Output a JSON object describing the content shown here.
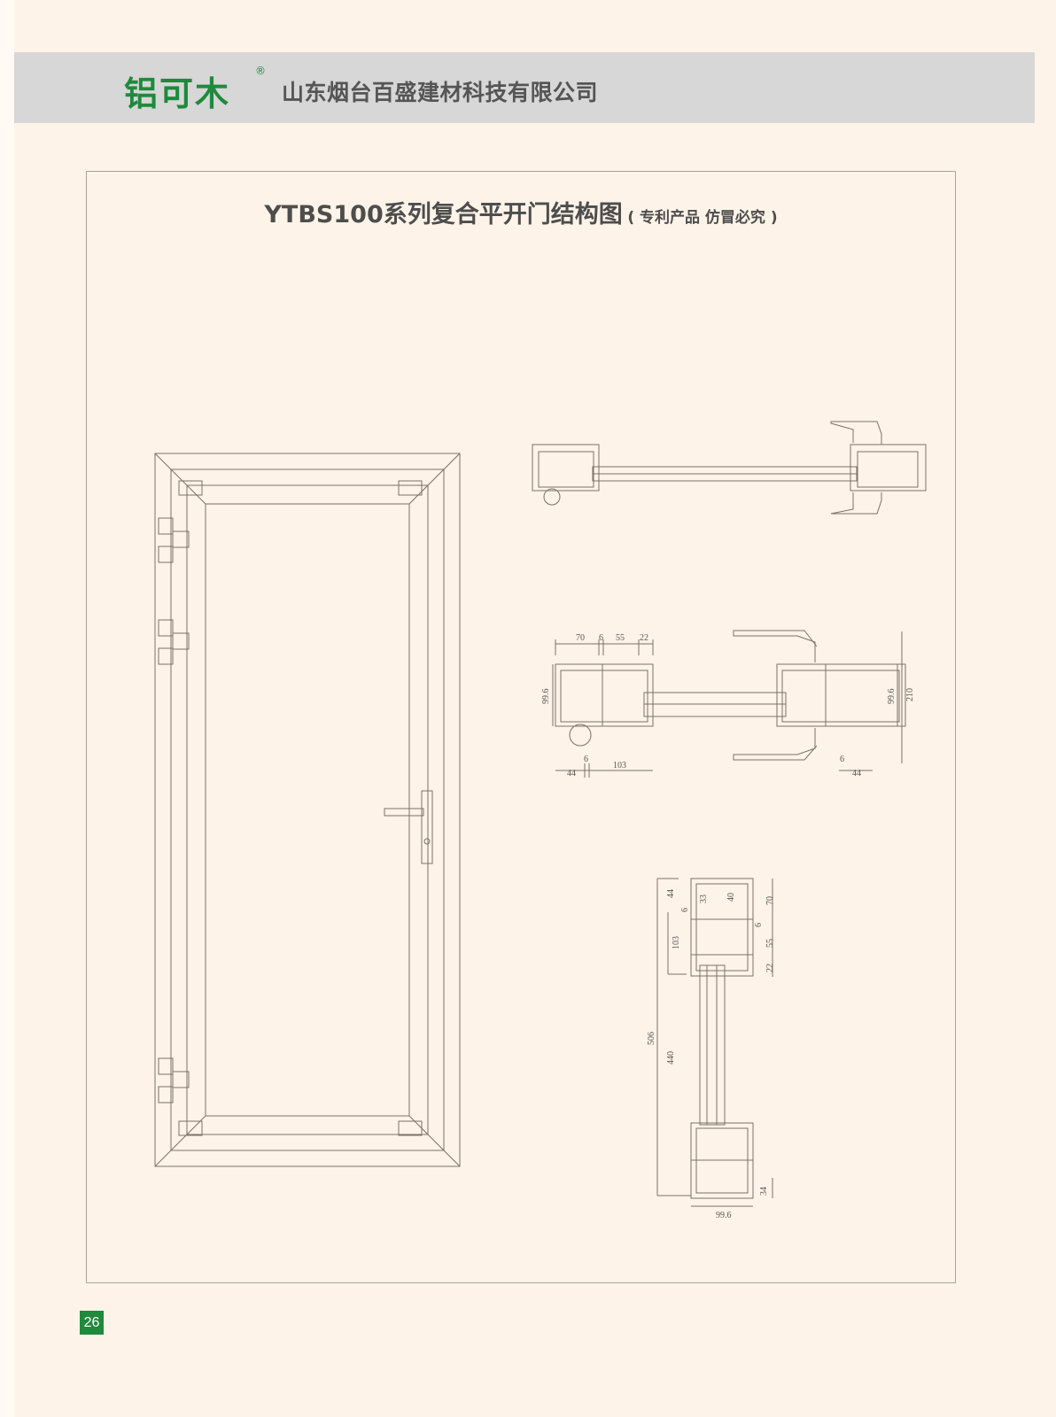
{
  "header": {
    "brand": "铝可木",
    "registered": "®",
    "company": "山东烟台百盛建材科技有限公司"
  },
  "title": {
    "main": "YTBS100系列复合平开门结构图",
    "note": "( 专利产品 仿冒必究 )"
  },
  "section_dims": {
    "top": [
      "70",
      "6",
      "55",
      "22"
    ],
    "left_height": "99.6",
    "right_height": "99.6",
    "total_height": "210",
    "bottom_left": [
      "44",
      "6",
      "103"
    ],
    "bottom_right": [
      "6",
      "44"
    ]
  },
  "vertical_dims": {
    "left": [
      "44",
      "6",
      "103",
      "506",
      "440"
    ],
    "inner": [
      "33",
      "40"
    ],
    "right": [
      "70",
      "6",
      "55",
      "22",
      "34"
    ],
    "bottom": "99.6"
  },
  "colors": {
    "brand_green": "#1e8a3c",
    "line": "#7b7068"
  },
  "page_number": "26"
}
